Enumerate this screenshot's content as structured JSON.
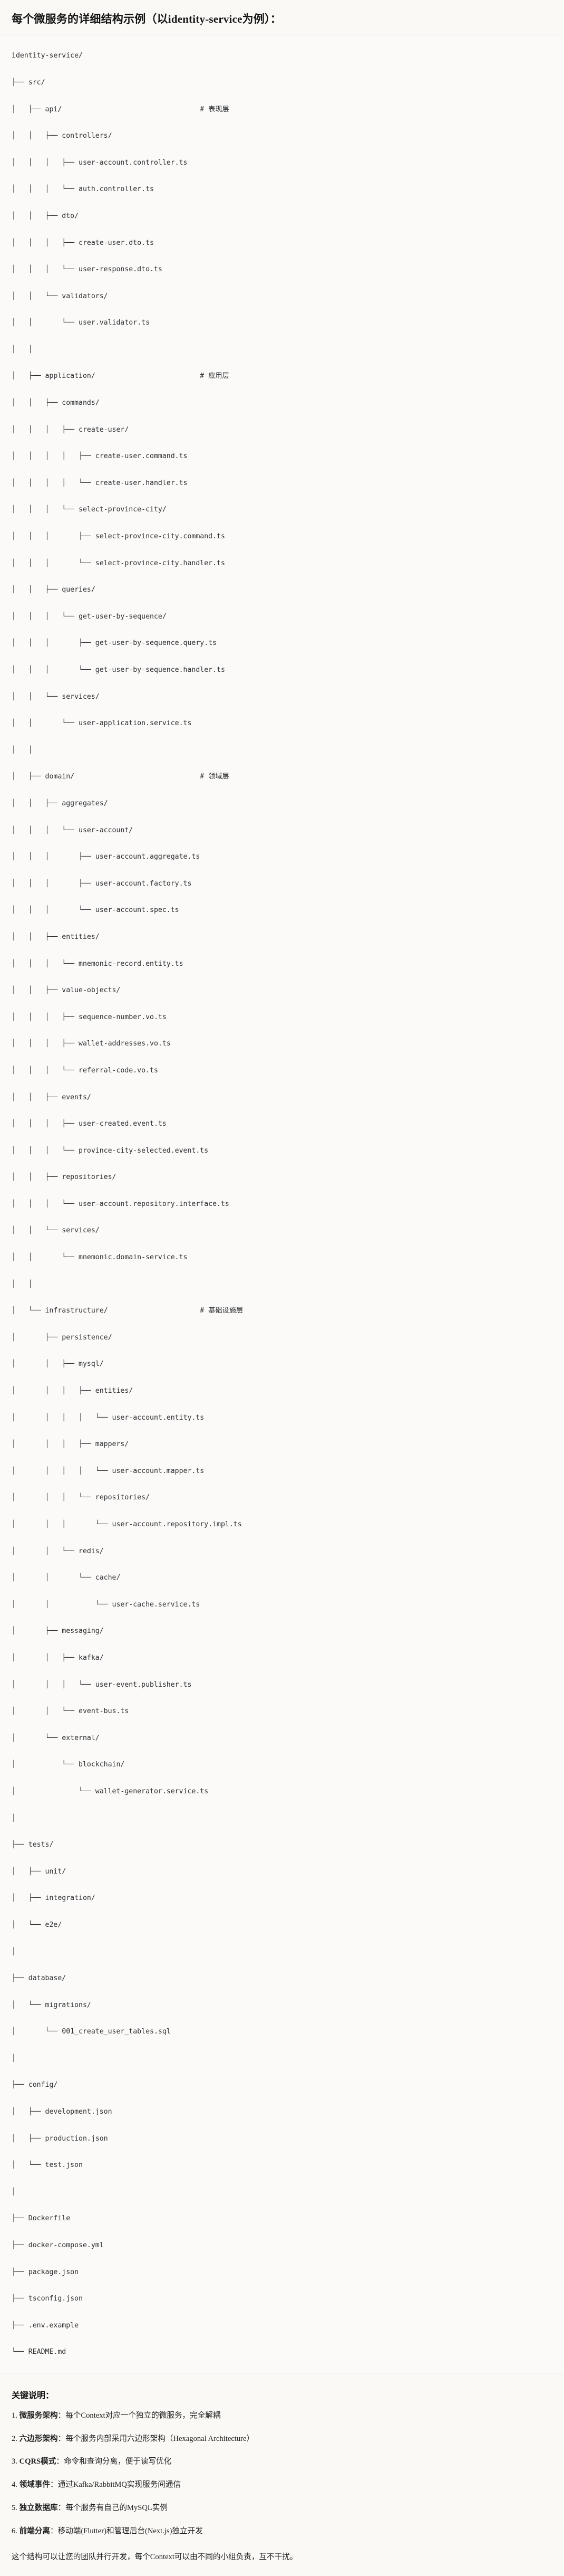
{
  "header": {
    "title": "每个微服务的详细结构示例（以identity-service为例）："
  },
  "tree": {
    "root": "identity-service/",
    "lines": [
      {
        "prefix": "",
        "name": "identity-service/",
        "comment": ""
      },
      {
        "prefix": "├── ",
        "name": "src/",
        "comment": ""
      },
      {
        "prefix": "│   ├── ",
        "name": "api/",
        "comment": "# 表现层"
      },
      {
        "prefix": "│   │   ├── ",
        "name": "controllers/",
        "comment": ""
      },
      {
        "prefix": "│   │   │   ├── ",
        "name": "user-account.controller.ts",
        "comment": ""
      },
      {
        "prefix": "│   │   │   └── ",
        "name": "auth.controller.ts",
        "comment": ""
      },
      {
        "prefix": "│   │   ├── ",
        "name": "dto/",
        "comment": ""
      },
      {
        "prefix": "│   │   │   ├── ",
        "name": "create-user.dto.ts",
        "comment": ""
      },
      {
        "prefix": "│   │   │   └── ",
        "name": "user-response.dto.ts",
        "comment": ""
      },
      {
        "prefix": "│   │   └── ",
        "name": "validators/",
        "comment": ""
      },
      {
        "prefix": "│   │       └── ",
        "name": "user.validator.ts",
        "comment": ""
      },
      {
        "prefix": "│   │",
        "name": "",
        "comment": ""
      },
      {
        "prefix": "│   ├── ",
        "name": "application/",
        "comment": "# 应用层"
      },
      {
        "prefix": "│   │   ├── ",
        "name": "commands/",
        "comment": ""
      },
      {
        "prefix": "│   │   │   ├── ",
        "name": "create-user/",
        "comment": ""
      },
      {
        "prefix": "│   │   │   │   ├── ",
        "name": "create-user.command.ts",
        "comment": ""
      },
      {
        "prefix": "│   │   │   │   └── ",
        "name": "create-user.handler.ts",
        "comment": ""
      },
      {
        "prefix": "│   │   │   └── ",
        "name": "select-province-city/",
        "comment": ""
      },
      {
        "prefix": "│   │   │       ├── ",
        "name": "select-province-city.command.ts",
        "comment": ""
      },
      {
        "prefix": "│   │   │       └── ",
        "name": "select-province-city.handler.ts",
        "comment": ""
      },
      {
        "prefix": "│   │   ├── ",
        "name": "queries/",
        "comment": ""
      },
      {
        "prefix": "│   │   │   └── ",
        "name": "get-user-by-sequence/",
        "comment": ""
      },
      {
        "prefix": "│   │   │       ├── ",
        "name": "get-user-by-sequence.query.ts",
        "comment": ""
      },
      {
        "prefix": "│   │   │       └── ",
        "name": "get-user-by-sequence.handler.ts",
        "comment": ""
      },
      {
        "prefix": "│   │   └── ",
        "name": "services/",
        "comment": ""
      },
      {
        "prefix": "│   │       └── ",
        "name": "user-application.service.ts",
        "comment": ""
      },
      {
        "prefix": "│   │",
        "name": "",
        "comment": ""
      },
      {
        "prefix": "│   ├── ",
        "name": "domain/",
        "comment": "# 领域层"
      },
      {
        "prefix": "│   │   ├── ",
        "name": "aggregates/",
        "comment": ""
      },
      {
        "prefix": "│   │   │   └── ",
        "name": "user-account/",
        "comment": ""
      },
      {
        "prefix": "│   │   │       ├── ",
        "name": "user-account.aggregate.ts",
        "comment": ""
      },
      {
        "prefix": "│   │   │       ├── ",
        "name": "user-account.factory.ts",
        "comment": ""
      },
      {
        "prefix": "│   │   │       └── ",
        "name": "user-account.spec.ts",
        "comment": ""
      },
      {
        "prefix": "│   │   ├── ",
        "name": "entities/",
        "comment": ""
      },
      {
        "prefix": "│   │   │   └── ",
        "name": "mnemonic-record.entity.ts",
        "comment": ""
      },
      {
        "prefix": "│   │   ├── ",
        "name": "value-objects/",
        "comment": ""
      },
      {
        "prefix": "│   │   │   ├── ",
        "name": "sequence-number.vo.ts",
        "comment": ""
      },
      {
        "prefix": "│   │   │   ├── ",
        "name": "wallet-addresses.vo.ts",
        "comment": ""
      },
      {
        "prefix": "│   │   │   └── ",
        "name": "referral-code.vo.ts",
        "comment": ""
      },
      {
        "prefix": "│   │   ├── ",
        "name": "events/",
        "comment": ""
      },
      {
        "prefix": "│   │   │   ├── ",
        "name": "user-created.event.ts",
        "comment": ""
      },
      {
        "prefix": "│   │   │   └── ",
        "name": "province-city-selected.event.ts",
        "comment": ""
      },
      {
        "prefix": "│   │   ├── ",
        "name": "repositories/",
        "comment": ""
      },
      {
        "prefix": "│   │   │   └── ",
        "name": "user-account.repository.interface.ts",
        "comment": ""
      },
      {
        "prefix": "│   │   └── ",
        "name": "services/",
        "comment": ""
      },
      {
        "prefix": "│   │       └── ",
        "name": "mnemonic.domain-service.ts",
        "comment": ""
      },
      {
        "prefix": "│   │",
        "name": "",
        "comment": ""
      },
      {
        "prefix": "│   └── ",
        "name": "infrastructure/",
        "comment": "# 基础设施层"
      },
      {
        "prefix": "│       ├── ",
        "name": "persistence/",
        "comment": ""
      },
      {
        "prefix": "│       │   ├── ",
        "name": "mysql/",
        "comment": ""
      },
      {
        "prefix": "│       │   │   ├── ",
        "name": "entities/",
        "comment": ""
      },
      {
        "prefix": "│       │   │   │   └── ",
        "name": "user-account.entity.ts",
        "comment": ""
      },
      {
        "prefix": "│       │   │   ├── ",
        "name": "mappers/",
        "comment": ""
      },
      {
        "prefix": "│       │   │   │   └── ",
        "name": "user-account.mapper.ts",
        "comment": ""
      },
      {
        "prefix": "│       │   │   └── ",
        "name": "repositories/",
        "comment": ""
      },
      {
        "prefix": "│       │   │       └── ",
        "name": "user-account.repository.impl.ts",
        "comment": ""
      },
      {
        "prefix": "│       │   └── ",
        "name": "redis/",
        "comment": ""
      },
      {
        "prefix": "│       │       └── ",
        "name": "cache/",
        "comment": ""
      },
      {
        "prefix": "│       │           └── ",
        "name": "user-cache.service.ts",
        "comment": ""
      },
      {
        "prefix": "│       ├── ",
        "name": "messaging/",
        "comment": ""
      },
      {
        "prefix": "│       │   ├── ",
        "name": "kafka/",
        "comment": ""
      },
      {
        "prefix": "│       │   │   └── ",
        "name": "user-event.publisher.ts",
        "comment": ""
      },
      {
        "prefix": "│       │   └── ",
        "name": "event-bus.ts",
        "comment": ""
      },
      {
        "prefix": "│       └── ",
        "name": "external/",
        "comment": ""
      },
      {
        "prefix": "│           └── ",
        "name": "blockchain/",
        "comment": ""
      },
      {
        "prefix": "│               └── ",
        "name": "wallet-generator.service.ts",
        "comment": ""
      },
      {
        "prefix": "│",
        "name": "",
        "comment": ""
      },
      {
        "prefix": "├── ",
        "name": "tests/",
        "comment": ""
      },
      {
        "prefix": "│   ├── ",
        "name": "unit/",
        "comment": ""
      },
      {
        "prefix": "│   ├── ",
        "name": "integration/",
        "comment": ""
      },
      {
        "prefix": "│   └── ",
        "name": "e2e/",
        "comment": ""
      },
      {
        "prefix": "│",
        "name": "",
        "comment": ""
      },
      {
        "prefix": "├── ",
        "name": "database/",
        "comment": ""
      },
      {
        "prefix": "│   └── ",
        "name": "migrations/",
        "comment": ""
      },
      {
        "prefix": "│       └── ",
        "name": "001_create_user_tables.sql",
        "comment": ""
      },
      {
        "prefix": "│",
        "name": "",
        "comment": ""
      },
      {
        "prefix": "├── ",
        "name": "config/",
        "comment": ""
      },
      {
        "prefix": "│   ├── ",
        "name": "development.json",
        "comment": ""
      },
      {
        "prefix": "│   ├── ",
        "name": "production.json",
        "comment": ""
      },
      {
        "prefix": "│   └── ",
        "name": "test.json",
        "comment": ""
      },
      {
        "prefix": "│",
        "name": "",
        "comment": ""
      },
      {
        "prefix": "├── ",
        "name": "Dockerfile",
        "comment": ""
      },
      {
        "prefix": "├── ",
        "name": "docker-compose.yml",
        "comment": ""
      },
      {
        "prefix": "├── ",
        "name": "package.json",
        "comment": ""
      },
      {
        "prefix": "├── ",
        "name": "tsconfig.json",
        "comment": ""
      },
      {
        "prefix": "├── ",
        "name": ".env.example",
        "comment": ""
      },
      {
        "prefix": "└── ",
        "name": "README.md",
        "comment": ""
      }
    ]
  },
  "notes": {
    "title": "关键说明：",
    "items": [
      {
        "index": "1.",
        "label": "微服务架构",
        "sep": "：",
        "text": "每个Context对应一个独立的微服务，完全解耦"
      },
      {
        "index": "2.",
        "label": "六边形架构",
        "sep": "：",
        "text": "每个服务内部采用六边形架构（Hexagonal Architecture）"
      },
      {
        "index": "3.",
        "label": "CQRS模式",
        "sep": "：",
        "text": "命令和查询分离，便于读写优化"
      },
      {
        "index": "4.",
        "label": "领域事件",
        "sep": "：",
        "text": "通过Kafka/RabbitMQ实现服务间通信"
      },
      {
        "index": "5.",
        "label": "独立数据库",
        "sep": "：",
        "text": "每个服务有自己的MySQL实例"
      },
      {
        "index": "6.",
        "label": "前端分离",
        "sep": "：",
        "text": "移动端(Flutter)和管理后台(Next.js)独立开发"
      }
    ],
    "closing": "这个结构可以让您的团队并行开发，每个Context可以由不同的小组负责，互不干扰。"
  },
  "colors": {
    "page_bg": "#fbfaf8",
    "header_bg": "#faf9f6",
    "text": "#1f1f1f",
    "tree_text": "#2d2f33",
    "divider": "#e6e3dd"
  }
}
